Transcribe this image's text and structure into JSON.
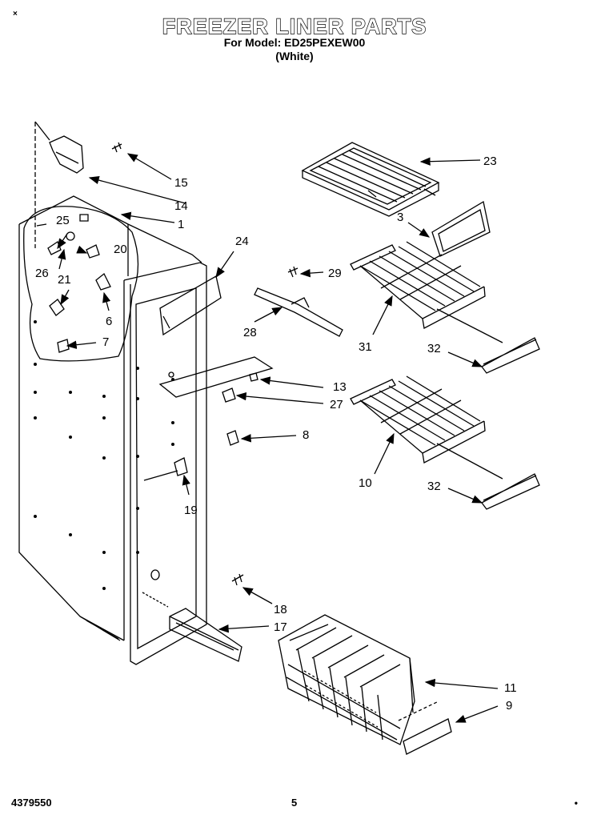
{
  "header": {
    "title": "FREEZER LINER PARTS",
    "model_line": "For Model: ED25PEXEW00",
    "color_line": "(White)",
    "corner_mark": "×"
  },
  "footer": {
    "doc_number": "4379550",
    "page_number": "5",
    "corner_mark": "•"
  },
  "callouts": [
    {
      "id": "15",
      "text": "15"
    },
    {
      "id": "14",
      "text": "14"
    },
    {
      "id": "1",
      "text": "1"
    },
    {
      "id": "25",
      "text": "25"
    },
    {
      "id": "20",
      "text": "20"
    },
    {
      "id": "26",
      "text": "26"
    },
    {
      "id": "21",
      "text": "21"
    },
    {
      "id": "6",
      "text": "6"
    },
    {
      "id": "7",
      "text": "7"
    },
    {
      "id": "24",
      "text": "24"
    },
    {
      "id": "23",
      "text": "23"
    },
    {
      "id": "3",
      "text": "3"
    },
    {
      "id": "29",
      "text": "29"
    },
    {
      "id": "28",
      "text": "28"
    },
    {
      "id": "31",
      "text": "31"
    },
    {
      "id": "32a",
      "text": "32"
    },
    {
      "id": "13",
      "text": "13"
    },
    {
      "id": "27",
      "text": "27"
    },
    {
      "id": "8",
      "text": "8"
    },
    {
      "id": "10",
      "text": "10"
    },
    {
      "id": "32b",
      "text": "32"
    },
    {
      "id": "19",
      "text": "19"
    },
    {
      "id": "18",
      "text": "18"
    },
    {
      "id": "17",
      "text": "17"
    },
    {
      "id": "11",
      "text": "11"
    },
    {
      "id": "9",
      "text": "9"
    }
  ]
}
